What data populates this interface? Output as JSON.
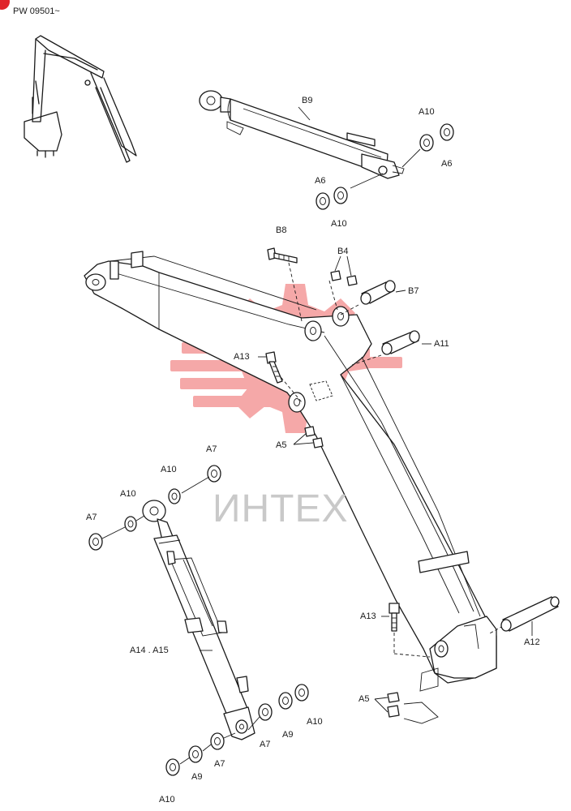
{
  "header": {
    "serial_text": "PW 09501~"
  },
  "watermark": {
    "brand_text": "ИНТЕХ",
    "color": "#f28b8b",
    "text_color": "#c9c9c9"
  },
  "colors": {
    "line": "#1a1a1a",
    "badge": "#e0242a"
  },
  "labels": [
    "B9",
    "A10",
    "A6",
    "A6",
    "A10",
    "B8",
    "B4",
    "B7",
    "A11",
    "A13",
    "A5",
    "A7",
    "A10",
    "A10",
    "A7",
    "A14 . A15",
    "A13",
    "A12",
    "A5",
    "A7",
    "A9",
    "A10",
    "A7",
    "A9",
    "A10"
  ]
}
